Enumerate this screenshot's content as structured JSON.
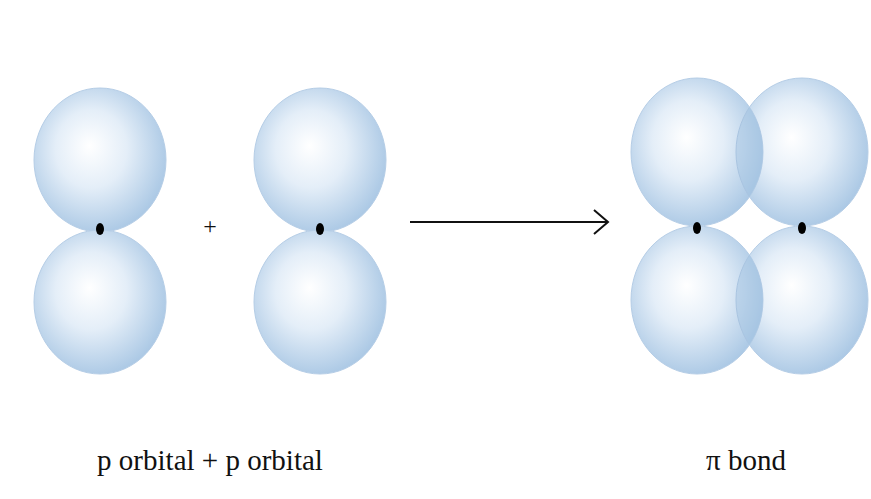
{
  "diagram": {
    "labels": [
      "+",
      "p orbital + p orbital",
      "π bond"
    ]
  }
}
